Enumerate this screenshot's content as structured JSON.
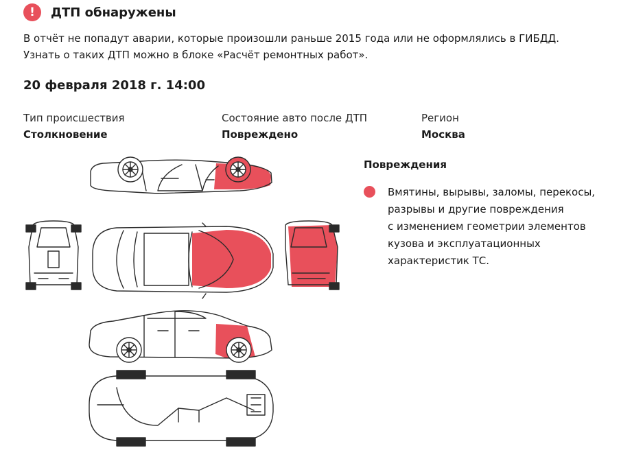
{
  "header": {
    "icon": "alert-icon",
    "icon_glyph": "!",
    "title": "ДТП обнаружены"
  },
  "notice": {
    "line1": "В отчёт не попадут аварии, которые произошли раньше 2015 года или не оформлялись в ГИБДД.",
    "line2": "Узнать о таких ДТП можно в блоке «Расчёт ремонтных работ»."
  },
  "incident": {
    "date": "20 февраля 2018 г. 14:00",
    "fields": [
      {
        "label": "Тип происшествия",
        "value": "Столкновение"
      },
      {
        "label": "Состояние авто после ДТП",
        "value": "Повреждено"
      },
      {
        "label": "Регион",
        "value": "Москва"
      }
    ]
  },
  "damage": {
    "title": "Повреждения",
    "legend": [
      {
        "color": "#e8505b",
        "lines": [
          "Вмятины, вырывы, заломы, перекосы,",
          "разрывы и другие повреждения",
          "с изменением геометрии элементов",
          "кузова и эксплуатационных",
          "характеристик ТС."
        ]
      }
    ]
  },
  "colors": {
    "accent": "#e8505b",
    "text": "#1a1a1a",
    "outline": "#2a2a2a"
  }
}
